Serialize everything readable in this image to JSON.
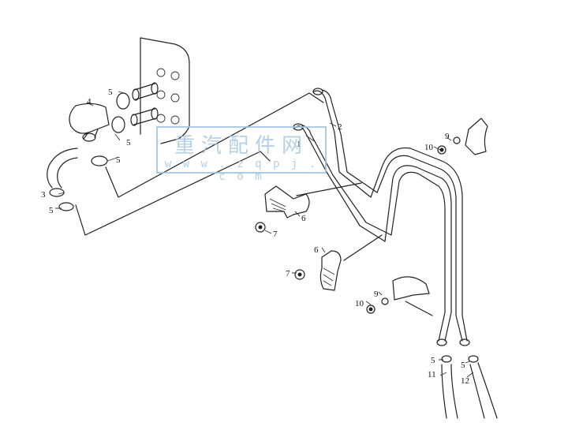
{
  "watermark": {
    "title": "重汽配件网",
    "url": "w w w . z q p j . c o m"
  },
  "callouts": [
    {
      "id": "c1",
      "text": "1"
    },
    {
      "id": "c2",
      "text": "2"
    },
    {
      "id": "c3",
      "text": "3"
    },
    {
      "id": "c4",
      "text": "4"
    },
    {
      "id": "c5a",
      "text": "5"
    },
    {
      "id": "c5b",
      "text": "5"
    },
    {
      "id": "c5c",
      "text": "5"
    },
    {
      "id": "c5d",
      "text": "5"
    },
    {
      "id": "c5e",
      "text": "5"
    },
    {
      "id": "c5f",
      "text": "5"
    },
    {
      "id": "c6a",
      "text": "6"
    },
    {
      "id": "c6b",
      "text": "6"
    },
    {
      "id": "c7a",
      "text": "7"
    },
    {
      "id": "c7b",
      "text": "7"
    },
    {
      "id": "c9a",
      "text": "9"
    },
    {
      "id": "c9b",
      "text": "9"
    },
    {
      "id": "c10a",
      "text": "10"
    },
    {
      "id": "c10b",
      "text": "10"
    },
    {
      "id": "c11",
      "text": "11"
    },
    {
      "id": "c12",
      "text": "12"
    }
  ]
}
